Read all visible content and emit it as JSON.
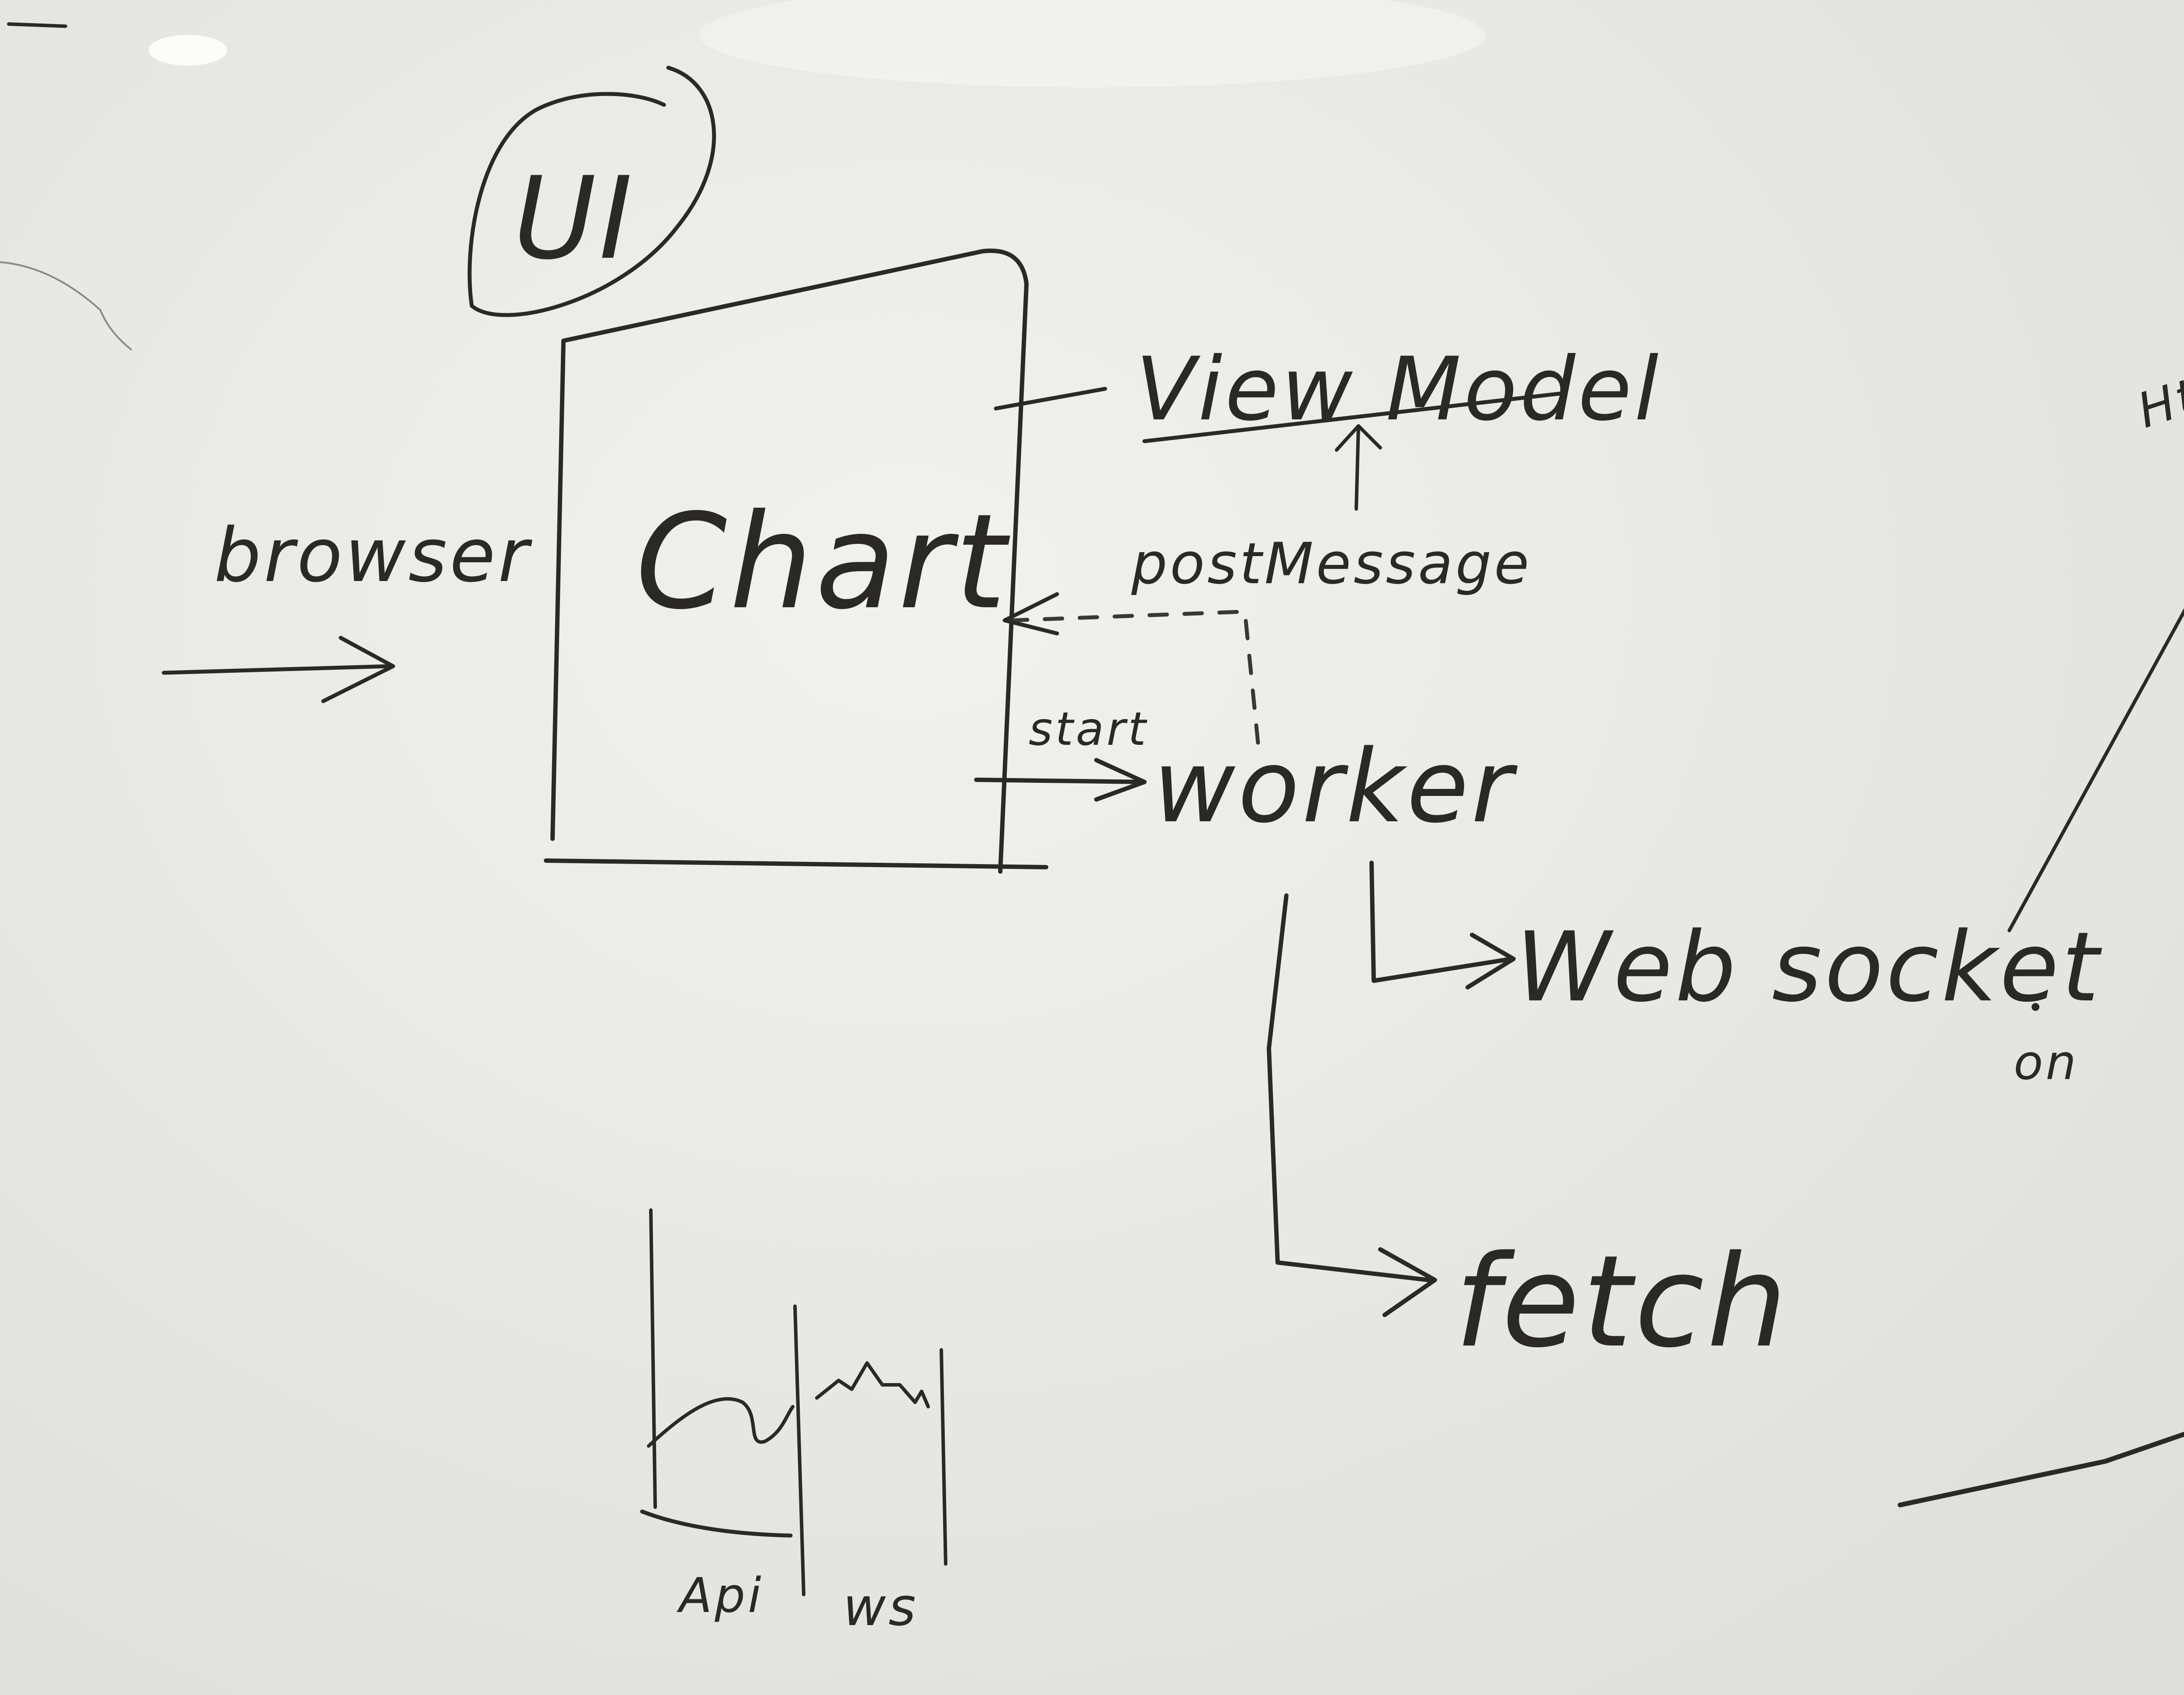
{
  "whiteboard": {
    "ui_label": "UI",
    "chart_label": "Chart",
    "browser_label": "browser",
    "view_model_label": "View Model",
    "post_message_label": "postMessage",
    "start_label": "start",
    "worker_label": "worker",
    "web_socket_label": "Web socket",
    "fetch_label": "fetch",
    "http_label": "Http",
    "on_label": "on",
    "sketch_left_label": "Api",
    "sketch_right_label": "ws"
  },
  "colors": {
    "ink": "#2b2926",
    "board": "#ebebe8"
  }
}
